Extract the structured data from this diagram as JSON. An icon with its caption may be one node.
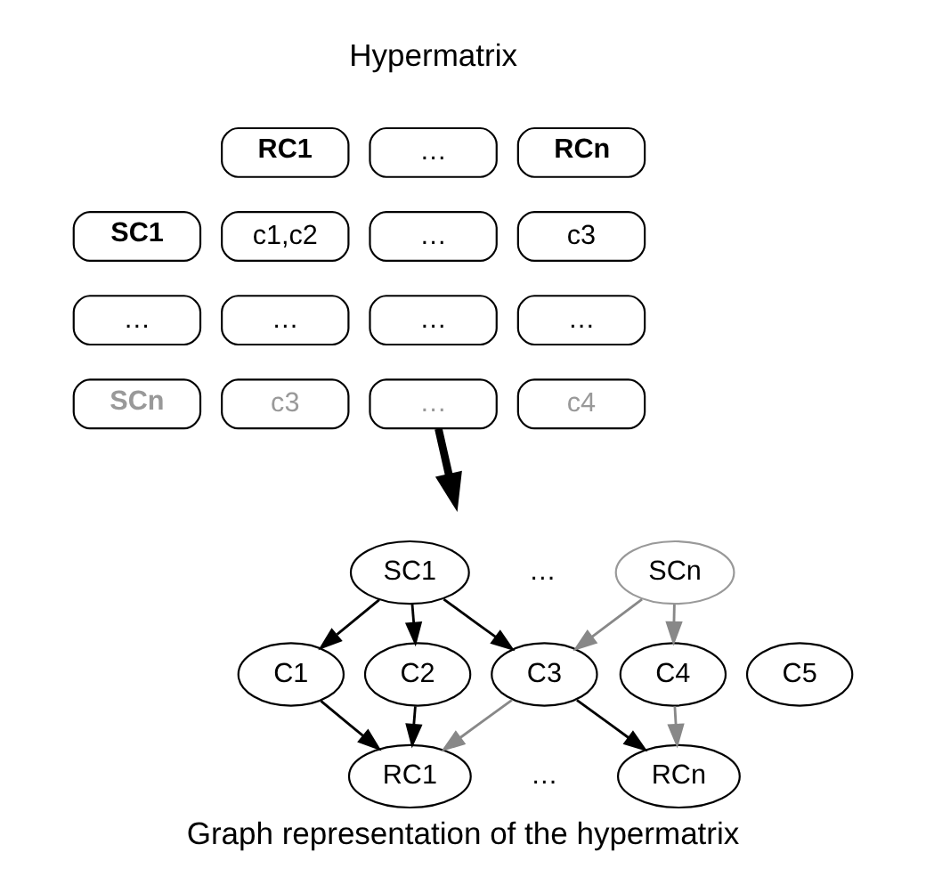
{
  "diagram": {
    "title": "Hypermatrix",
    "caption": "Graph representation of the hypermatrix",
    "nodes": [
      {
        "text": [
          "RC1"
        ]
      },
      {
        "text": [
          "…"
        ]
      },
      {
        "text": [
          "RCn"
        ]
      },
      {
        "text": [
          "SC1"
        ]
      },
      {
        "text": [
          "c1,c2"
        ]
      },
      {
        "text": [
          "…"
        ]
      },
      {
        "text": [
          "c3"
        ]
      },
      {
        "text": [
          "…"
        ]
      },
      {
        "text": [
          "…"
        ]
      },
      {
        "text": [
          "…"
        ]
      },
      {
        "text": [
          "…"
        ]
      },
      {
        "text": [
          "SCn"
        ]
      },
      {
        "text": [
          "c3"
        ]
      },
      {
        "text": [
          "…"
        ]
      },
      {
        "text": [
          "c4"
        ]
      },
      {
        "text": [
          "C1"
        ]
      },
      {
        "text": [
          "SC1"
        ]
      },
      {
        "text": [
          "C2"
        ]
      },
      {
        "text": [
          "RC1"
        ]
      },
      {
        "text": [
          "C3"
        ]
      },
      {
        "text": [
          "SCn"
        ]
      },
      {
        "text": [
          "C4"
        ]
      },
      {
        "text": [
          "RCn"
        ]
      },
      {
        "text": [
          "C5"
        ]
      }
    ],
    "edges": [
      {
        "from": 13,
        "to": null,
        "arrow": "to",
        "style": "thick"
      },
      {
        "from": 16,
        "to": 15,
        "arrow": "to"
      },
      {
        "from": 16,
        "to": 17,
        "arrow": "to"
      },
      {
        "from": 16,
        "to": 19,
        "arrow": "to"
      },
      {
        "from": 15,
        "to": 18,
        "arrow": "to"
      },
      {
        "from": 17,
        "to": 18,
        "arrow": "to"
      },
      {
        "from": 19,
        "to": 18,
        "arrow": "to",
        "color": "#888888"
      },
      {
        "from": 19,
        "to": 22,
        "arrow": "to"
      },
      {
        "from": 20,
        "to": 19,
        "arrow": "to",
        "color": "#888888"
      },
      {
        "from": 20,
        "to": 21,
        "arrow": "to",
        "color": "#888888"
      },
      {
        "from": 21,
        "to": 22,
        "arrow": "to",
        "color": "#888888"
      }
    ],
    "labels": [
      "…",
      "…"
    ]
  }
}
